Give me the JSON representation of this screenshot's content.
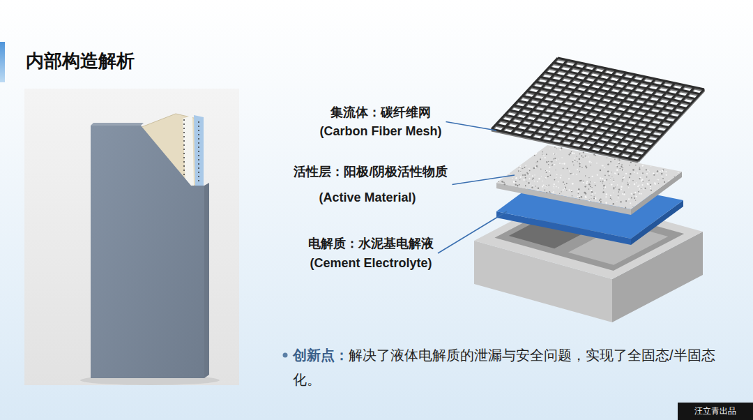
{
  "diagram": {
    "title": "内部构造解析",
    "labels": [
      "集流体：碳纤维网",
      "(Carbon Fiber Mesh)",
      "活性层：阳极/阴极活性物质",
      "(Active Material)",
      "电解质：水泥基电解液",
      "(Cement Electrolyte)",
      "创新点：",
      "解决了液体电解质的泄漏与安全问题，实现了全固态/半固态化。",
      "汪立青出品"
    ]
  }
}
